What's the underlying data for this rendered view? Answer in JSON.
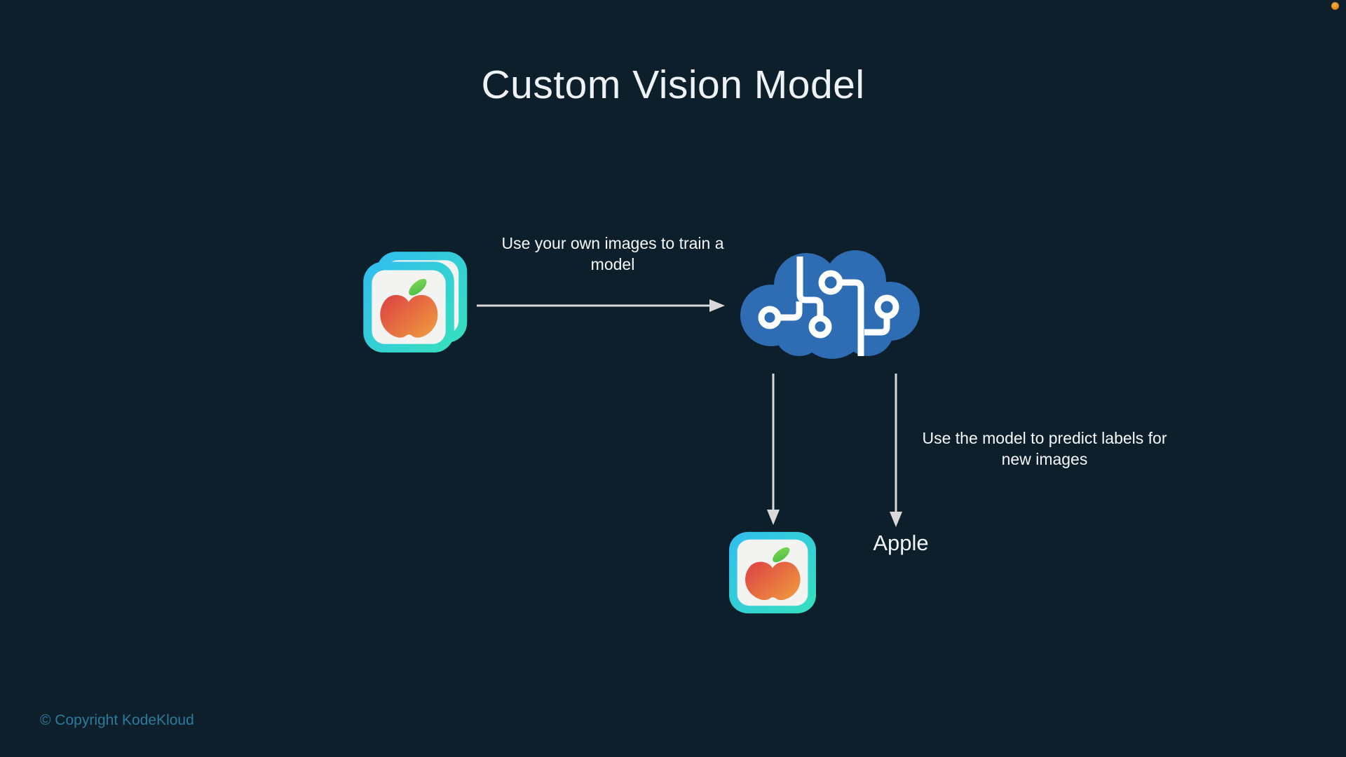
{
  "title": "Custom Vision Model",
  "diagram": {
    "train_arrow_label": "Use your own images to train a\nmodel",
    "predict_arrow_label": "Use the model to predict labels for\nnew images",
    "prediction_result_label": "Apple",
    "icons": {
      "training_images": "stacked-apple-image-cards-icon",
      "model": "circuit-brain-cloud-icon",
      "predicted_image": "apple-image-card-icon",
      "indicator": "orange-dot-icon"
    }
  },
  "footer": {
    "copyright": "© Copyright KodeKloud"
  },
  "colors": {
    "background": "#0d1f2b",
    "title_text": "#eef2f5",
    "label_text": "#f5f8fa",
    "arrow": "#d9d9d9",
    "brain_blue": "#2e6cb3",
    "card_cyan": "#31bdf0",
    "card_teal": "#36e0bd",
    "card_inner": "#f3f4f1",
    "apple_red": "#de4343",
    "apple_orange": "#ef9a3f",
    "leaf_green": "#5bc94a",
    "copyright_text": "#2e7a9c",
    "dot_orange": "#e08416"
  }
}
